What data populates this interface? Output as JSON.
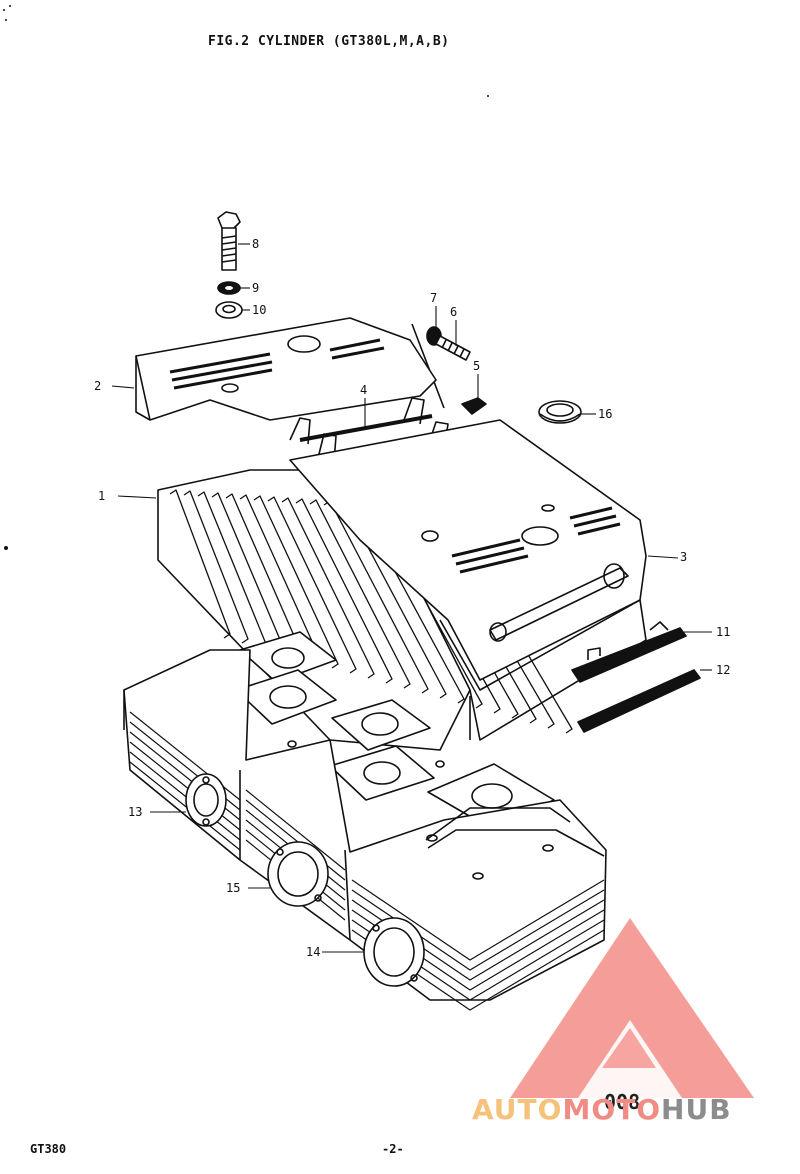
{
  "header": {
    "title": "FIG.2  CYLINDER (GT380L,M,A,B)"
  },
  "footer": {
    "model": "GT380",
    "page": "-2-"
  },
  "code_number": "008",
  "callouts": [
    {
      "id": "c1",
      "label": "1"
    },
    {
      "id": "c2",
      "label": "2"
    },
    {
      "id": "c3",
      "label": "3"
    },
    {
      "id": "c4",
      "label": "4"
    },
    {
      "id": "c5",
      "label": "5"
    },
    {
      "id": "c6",
      "label": "6"
    },
    {
      "id": "c7",
      "label": "7"
    },
    {
      "id": "c8",
      "label": "8"
    },
    {
      "id": "c9",
      "label": "9"
    },
    {
      "id": "c10",
      "label": "10"
    },
    {
      "id": "c11",
      "label": "11"
    },
    {
      "id": "c12",
      "label": "12"
    },
    {
      "id": "c13",
      "label": "13"
    },
    {
      "id": "c14",
      "label": "14"
    },
    {
      "id": "c15",
      "label": "15"
    },
    {
      "id": "c16",
      "label": "16"
    }
  ],
  "watermark": {
    "brand_part1": "AUTO",
    "brand_part2": "MOTO",
    "brand_part3": "HUB",
    "colors": {
      "orange": "#f6c27a",
      "red": "#f08c84",
      "gray": "#8c8c8c"
    }
  }
}
